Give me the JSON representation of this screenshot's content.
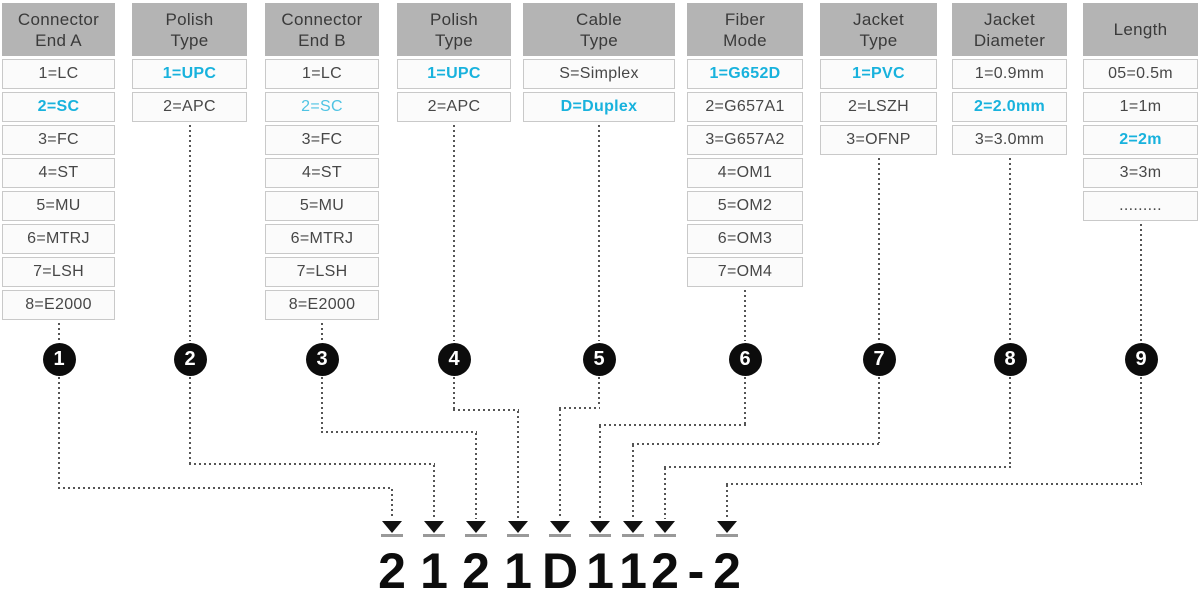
{
  "colors": {
    "accent": "#18b2dd",
    "accent_light": "#4fc3e3",
    "header_bg": "#b4b4b4",
    "marker_bg": "#0c0c0c",
    "code_text": "#0d0d0d"
  },
  "columns": [
    {
      "header_lines": [
        "Connector",
        "End A"
      ],
      "marker": "1",
      "options": [
        {
          "label": "1=LC",
          "highlighted": false
        },
        {
          "label": "2=SC",
          "highlighted": true,
          "emphasis": "bold"
        },
        {
          "label": "3=FC",
          "highlighted": false
        },
        {
          "label": "4=ST",
          "highlighted": false
        },
        {
          "label": "5=MU",
          "highlighted": false
        },
        {
          "label": "6=MTRJ",
          "highlighted": false
        },
        {
          "label": "7=LSH",
          "highlighted": false
        },
        {
          "label": "8=E2000",
          "highlighted": false
        }
      ]
    },
    {
      "header_lines": [
        "Polish",
        "Type"
      ],
      "marker": "2",
      "options": [
        {
          "label": "1=UPC",
          "highlighted": true,
          "emphasis": "bold"
        },
        {
          "label": "2=APC",
          "highlighted": false
        }
      ]
    },
    {
      "header_lines": [
        "Connector",
        "End B"
      ],
      "marker": "3",
      "options": [
        {
          "label": "1=LC",
          "highlighted": false
        },
        {
          "label": "2=SC",
          "highlighted": true,
          "emphasis": "light"
        },
        {
          "label": "3=FC",
          "highlighted": false
        },
        {
          "label": "4=ST",
          "highlighted": false
        },
        {
          "label": "5=MU",
          "highlighted": false
        },
        {
          "label": "6=MTRJ",
          "highlighted": false
        },
        {
          "label": "7=LSH",
          "highlighted": false
        },
        {
          "label": "8=E2000",
          "highlighted": false
        }
      ]
    },
    {
      "header_lines": [
        "Polish",
        "Type"
      ],
      "marker": "4",
      "options": [
        {
          "label": "1=UPC",
          "highlighted": true,
          "emphasis": "bold"
        },
        {
          "label": "2=APC",
          "highlighted": false
        }
      ]
    },
    {
      "header_lines": [
        "Cable",
        "Type"
      ],
      "marker": "5",
      "options": [
        {
          "label": "S=Simplex",
          "highlighted": false
        },
        {
          "label": "D=Duplex",
          "highlighted": true,
          "emphasis": "bold"
        }
      ]
    },
    {
      "header_lines": [
        "Fiber",
        "Mode"
      ],
      "marker": "6",
      "options": [
        {
          "label": "1=G652D",
          "highlighted": true,
          "emphasis": "bold"
        },
        {
          "label": "2=G657A1",
          "highlighted": false
        },
        {
          "label": "3=G657A2",
          "highlighted": false
        },
        {
          "label": "4=OM1",
          "highlighted": false
        },
        {
          "label": "5=OM2",
          "highlighted": false
        },
        {
          "label": "6=OM3",
          "highlighted": false
        },
        {
          "label": "7=OM4",
          "highlighted": false
        }
      ]
    },
    {
      "header_lines": [
        "Jacket",
        "Type"
      ],
      "marker": "7",
      "options": [
        {
          "label": "1=PVC",
          "highlighted": true,
          "emphasis": "bold"
        },
        {
          "label": "2=LSZH",
          "highlighted": false
        },
        {
          "label": "3=OFNP",
          "highlighted": false
        }
      ]
    },
    {
      "header_lines": [
        "Jacket",
        "Diameter"
      ],
      "marker": "8",
      "options": [
        {
          "label": "1=0.9mm",
          "highlighted": false
        },
        {
          "label": "2=2.0mm",
          "highlighted": true,
          "emphasis": "bold"
        },
        {
          "label": "3=3.0mm",
          "highlighted": false
        }
      ]
    },
    {
      "header_lines": [
        "Length"
      ],
      "marker": "9",
      "options": [
        {
          "label": "05=0.5m",
          "highlighted": false
        },
        {
          "label": "1=1m",
          "highlighted": false
        },
        {
          "label": "2=2m",
          "highlighted": true,
          "emphasis": "bold"
        },
        {
          "label": "3=3m",
          "highlighted": false
        },
        {
          "label": ".........",
          "highlighted": false
        }
      ]
    }
  ],
  "code": {
    "characters": [
      "2",
      "1",
      "2",
      "1",
      "D",
      "1",
      "1",
      "2",
      "2"
    ],
    "separator": "-",
    "display": "2121D112-2"
  }
}
